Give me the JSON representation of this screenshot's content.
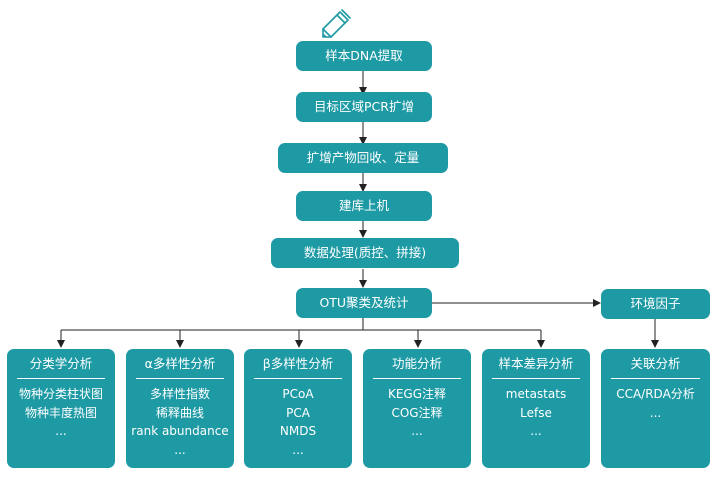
{
  "steps": {
    "s1": "样本DNA提取",
    "s2": "目标区域PCR扩增",
    "s3": "扩增产物回收、定量",
    "s4": "建库上机",
    "s5": "数据处理(质控、拼接)",
    "s6": "OTU聚类及统计",
    "env": "环境因子"
  },
  "boxes": [
    {
      "title": "分类学分析",
      "items": [
        "物种分类柱状图",
        "物种丰度热图",
        "..."
      ]
    },
    {
      "title": "α多样性分析",
      "items": [
        "多样性指数",
        "稀释曲线",
        "rank abundance",
        "..."
      ]
    },
    {
      "title": "β多样性分析",
      "items": [
        "PCoA",
        "PCA",
        "NMDS",
        "..."
      ]
    },
    {
      "title": "功能分析",
      "items": [
        "KEGG注释",
        "COG注释",
        "..."
      ]
    },
    {
      "title": "样本差异分析",
      "items": [
        "metastats",
        "Lefse",
        "..."
      ]
    },
    {
      "title": "关联分析",
      "items": [
        "CCA/RDA分析",
        "..."
      ]
    }
  ],
  "colors": {
    "box": "#1e9aa5",
    "line": "#222222",
    "pen": "#1e9aa5"
  },
  "icons": {
    "pen": "pen-icon"
  }
}
